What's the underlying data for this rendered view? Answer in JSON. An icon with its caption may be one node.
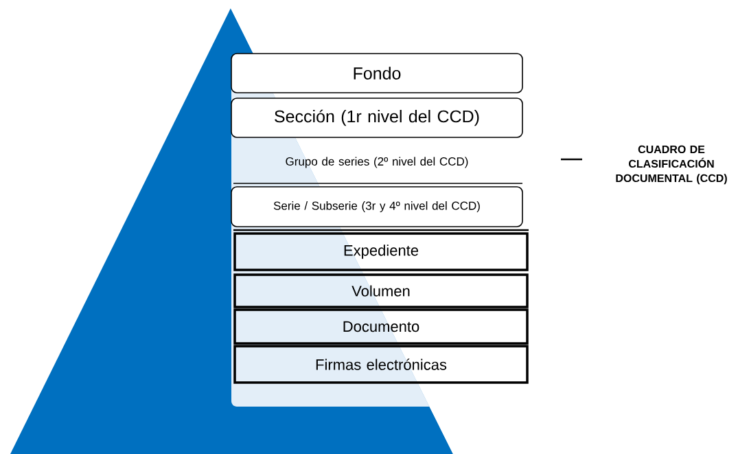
{
  "diagram": {
    "nodes": [
      {
        "text": [
          "Fondo"
        ]
      },
      {
        "text": [
          "Sección (1r nivel del CCD)"
        ]
      },
      {
        "text": [
          "Grupo de series (2º nivel del CCD)"
        ]
      },
      {
        "text": [
          "Serie / Subserie (3r y 4º nivel del CCD)"
        ]
      },
      {
        "text": [
          "Expediente"
        ]
      },
      {
        "text": [
          "Volumen"
        ]
      },
      {
        "text": [
          "Documento"
        ]
      },
      {
        "text": [
          "Firmas electrónicas"
        ]
      }
    ],
    "labels": [
      "CUADRO DE CLASIFICACIÓN DOCUMENTAL (CCD)"
    ]
  }
}
